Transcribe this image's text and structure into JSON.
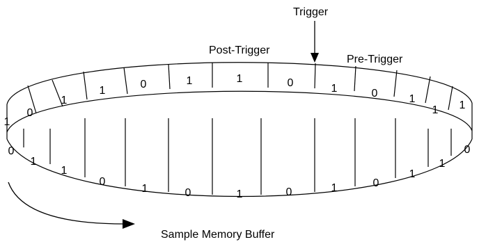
{
  "labels": {
    "trigger": "Trigger",
    "post_trigger": "Post-Trigger",
    "pre_trigger": "Pre-Trigger",
    "buffer": "Sample Memory Buffer"
  },
  "top_bits": [
    "1",
    "0",
    "1",
    "1",
    "0",
    "1",
    "1",
    "0",
    "1",
    "0",
    "1",
    "1",
    "1"
  ],
  "bottom_bits": [
    "0",
    "1",
    "1",
    "0",
    "1",
    "0",
    "1",
    "0",
    "1",
    "0",
    "1",
    "1",
    "0"
  ]
}
